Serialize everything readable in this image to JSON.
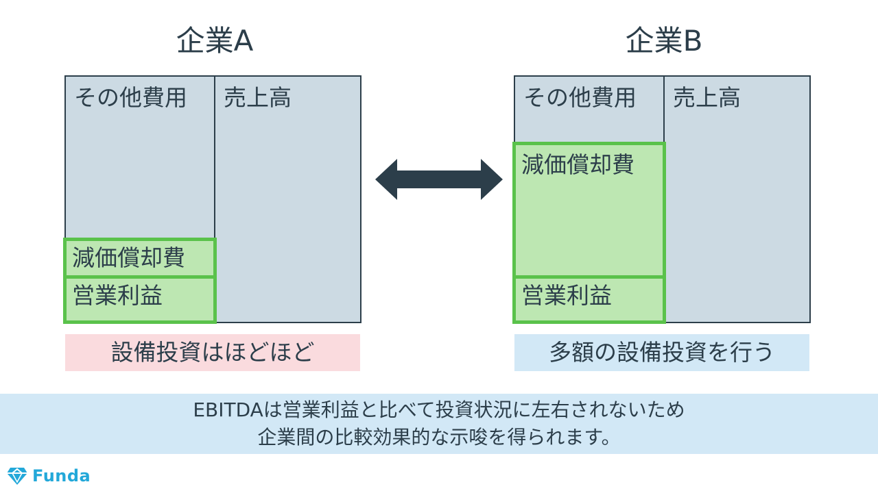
{
  "company_a": {
    "title": "企業A",
    "other_expenses": "その他費用",
    "sales": "売上高",
    "depreciation": "減価償却費",
    "operating_profit": "営業利益",
    "caption": "設備投資はほどほど"
  },
  "company_b": {
    "title": "企業B",
    "other_expenses": "その他費用",
    "sales": "売上高",
    "depreciation": "減価償却費",
    "operating_profit": "営業利益",
    "caption": "多額の設備投資を行う"
  },
  "note": {
    "line1": "EBITDAは営業利益と比べて投資状況に左右されないため",
    "line2": "企業間の比較効果的な示唆を得られます。"
  },
  "logo": {
    "text": "Funda",
    "icon": "diamond-logo-icon"
  },
  "colors": {
    "box_fill": "#ccdae3",
    "border": "#2c3e4a",
    "green_fill": "#bde7b2",
    "green_border": "#5ac24b",
    "caption_a_bg": "#fadbde",
    "caption_b_bg": "#d2e8f6",
    "brand": "#23a8d9"
  }
}
